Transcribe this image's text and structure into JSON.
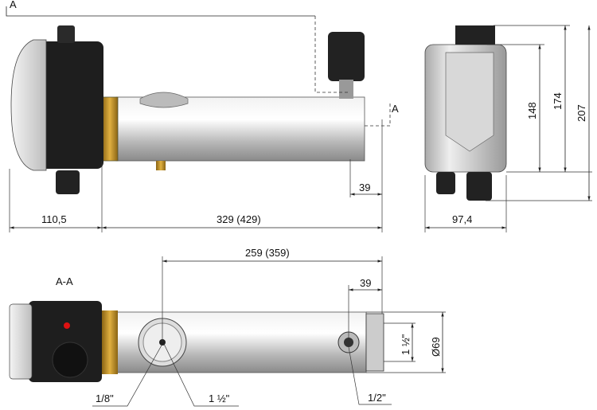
{
  "section_marks": {
    "a_top": "A",
    "a_right": "A",
    "section_title": "A-A"
  },
  "side_view": {
    "dim_controller_length": "110,5",
    "dim_body_length": "329 (429)",
    "dim_outlet_offset": "39"
  },
  "end_view": {
    "dim_height_148": "148",
    "dim_height_174": "174",
    "dim_height_207": "207",
    "dim_width": "97,4"
  },
  "section_view": {
    "dim_port_spacing": "259 (359)",
    "dim_outlet_offset": "39",
    "dim_thread_outlet": "1 ½\"",
    "dim_diameter": "Ø69",
    "label_sensor_port": "1/8\"",
    "label_inlet_port": "1 ½\"",
    "label_drain_port": "1/2\""
  },
  "colors": {
    "brass": "#c8962a",
    "housing": "#1e1e1e",
    "tube": "#c9c9c9"
  }
}
